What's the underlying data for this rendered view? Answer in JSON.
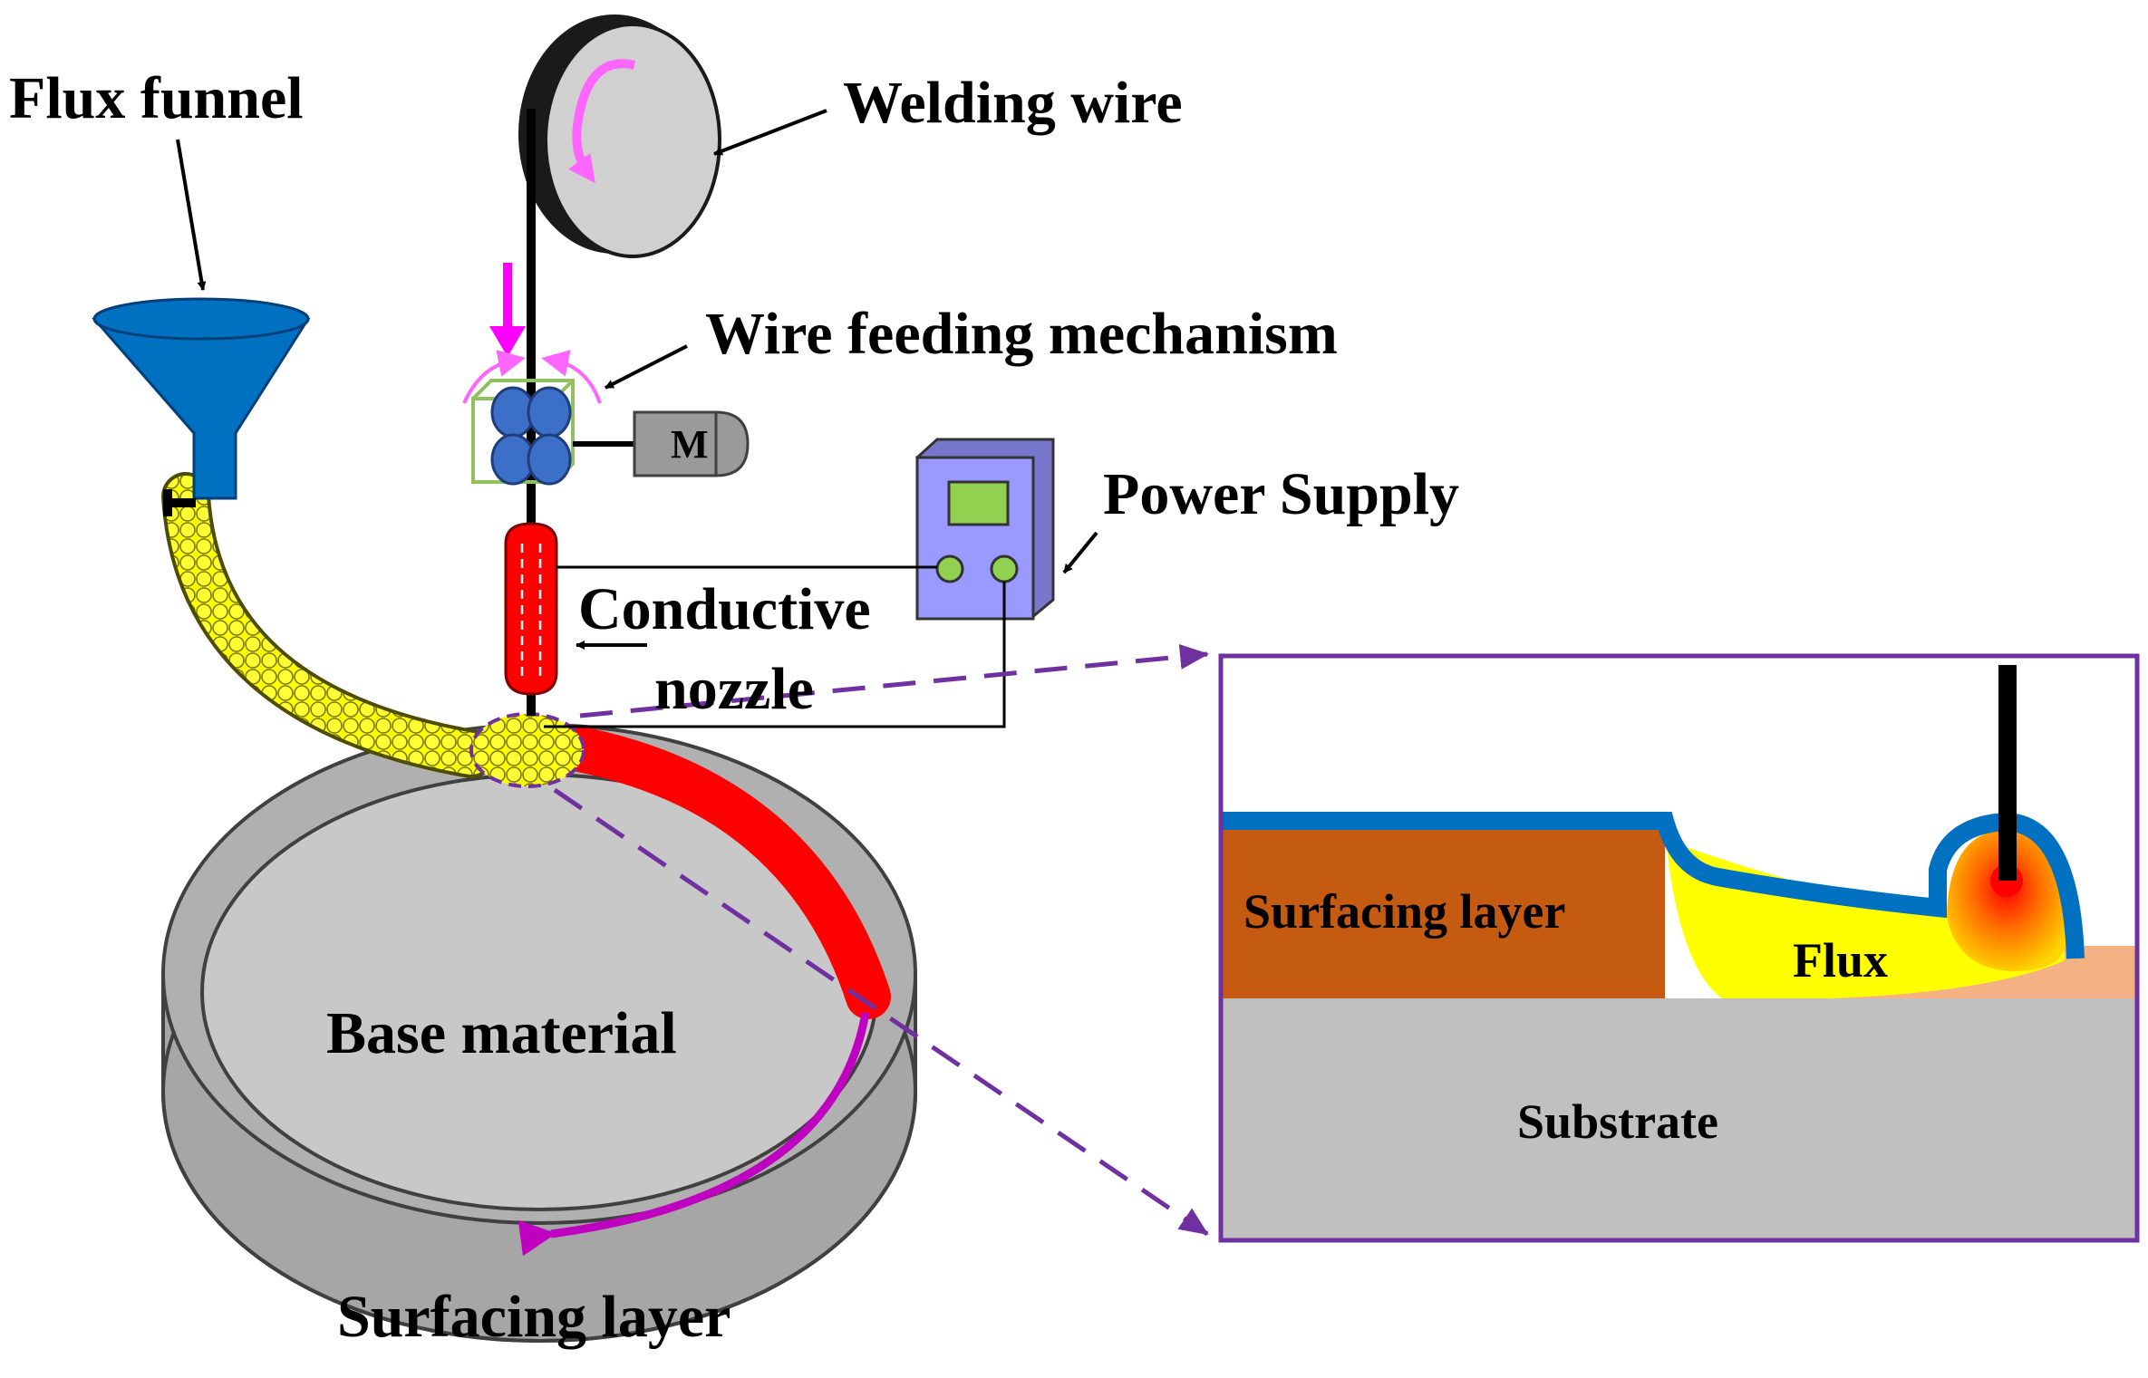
{
  "labels": {
    "flux_funnel": "Flux funnel",
    "welding_wire": "Welding wire",
    "wire_feeding": "Wire feeding mechanism",
    "motor": "M",
    "power_supply": "Power Supply",
    "conductive_1": "Conductive",
    "conductive_2": "nozzle",
    "base_material": "Base material",
    "surfacing_layer": "Surfacing layer",
    "inset_surfacing": "Surfacing layer",
    "inset_flux": "Flux",
    "inset_substrate": "Substrate"
  },
  "colors": {
    "funnel": "#0070c0",
    "flux": "#ffff00",
    "nozzle": "#ff0000",
    "weld_bead": "#ff0000",
    "rotation_arrow": "#c000c0",
    "feed_arrow": "#ff66ff",
    "power_supply": "#9999ff",
    "indicator": "#92d050",
    "substrate": "#c0c0c0",
    "surfacing": "#c55a11",
    "inset_border": "#7030a0",
    "slag": "#0070c0",
    "molten_pool": "#ff0000",
    "base_disk": "#c8c8c8",
    "heat_zone": "#f4b183"
  }
}
